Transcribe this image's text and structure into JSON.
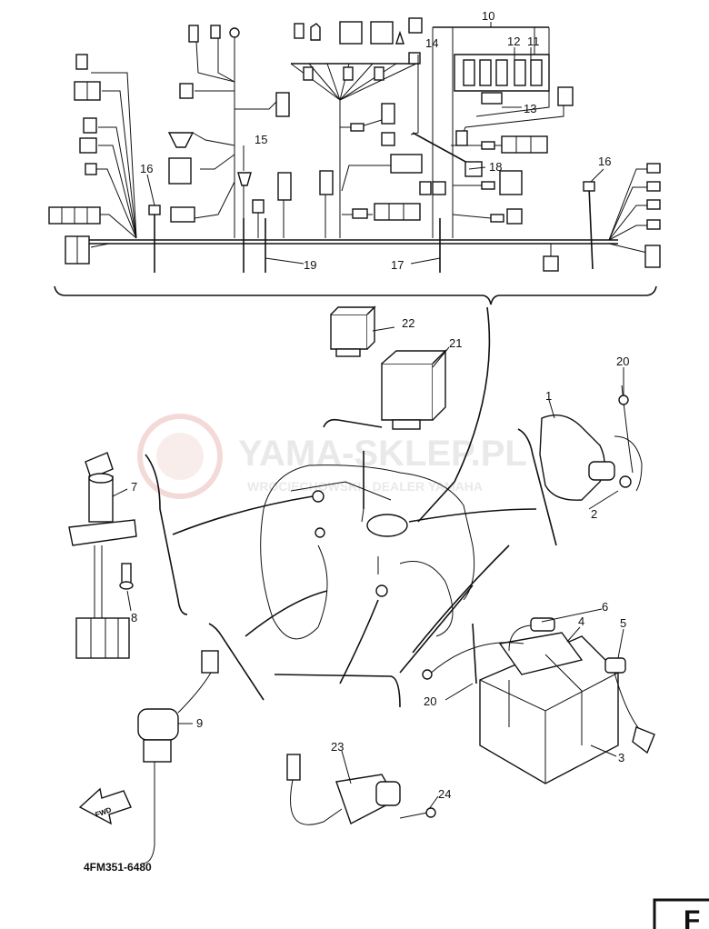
{
  "watermark": {
    "brand": "YAMA-SKLEP.PL",
    "tagline": "WROCIECHOWSKI · DEALER YAMAHA"
  },
  "callouts": [
    "1",
    "2",
    "3",
    "4",
    "5",
    "6",
    "7",
    "8",
    "9",
    "10",
    "11",
    "12",
    "13",
    "14",
    "15",
    "16",
    "16",
    "17",
    "18",
    "19",
    "20",
    "20",
    "21",
    "22",
    "23",
    "24"
  ],
  "fwd_label": "FWD",
  "part_code": "4FM351-6480",
  "page_tab": "F"
}
